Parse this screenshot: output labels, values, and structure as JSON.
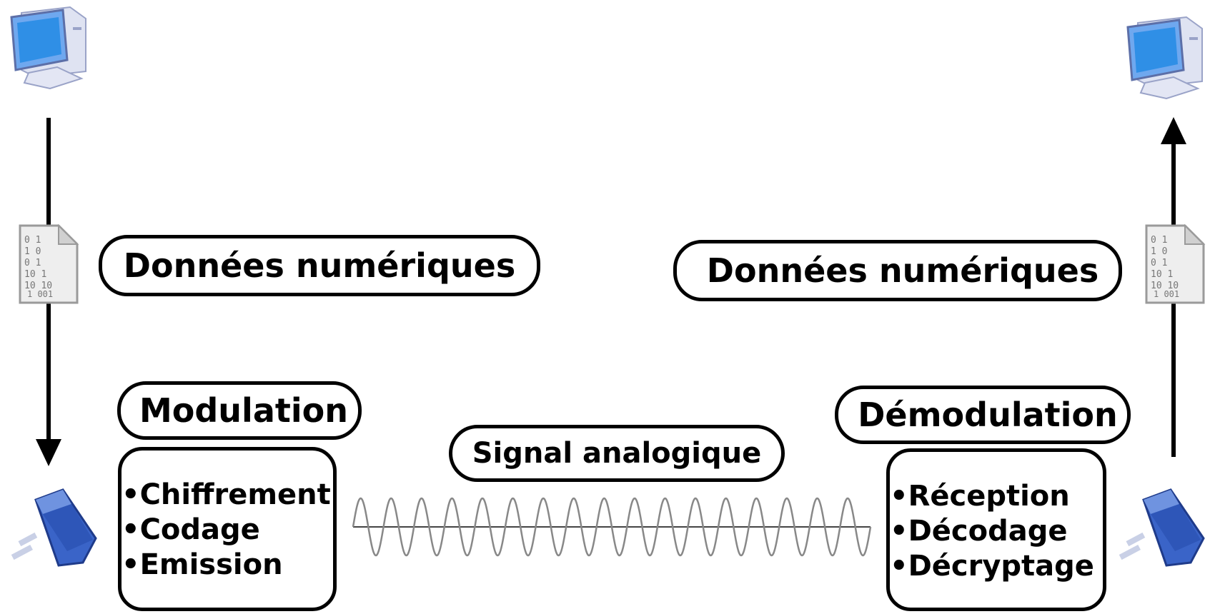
{
  "left": {
    "digital_label": "Données numériques",
    "process_label": "Modulation",
    "steps": [
      "•Chiffrement",
      "•Codage",
      "•Emission"
    ]
  },
  "middle": {
    "signal_label": "Signal analogique"
  },
  "right": {
    "digital_label": "Données numériques",
    "process_label": "Démodulation",
    "steps": [
      "•Réception",
      "•Décodage",
      "•Décryptage"
    ]
  },
  "icons": {
    "computer": "computer-icon",
    "binary_file": "binary-file-icon",
    "modem": "modem-icon"
  },
  "colors": {
    "screen": "#2f8fe6",
    "computer_body": "#dfe3f2",
    "modem": "#3a64c8",
    "file": "#eeeeee"
  }
}
